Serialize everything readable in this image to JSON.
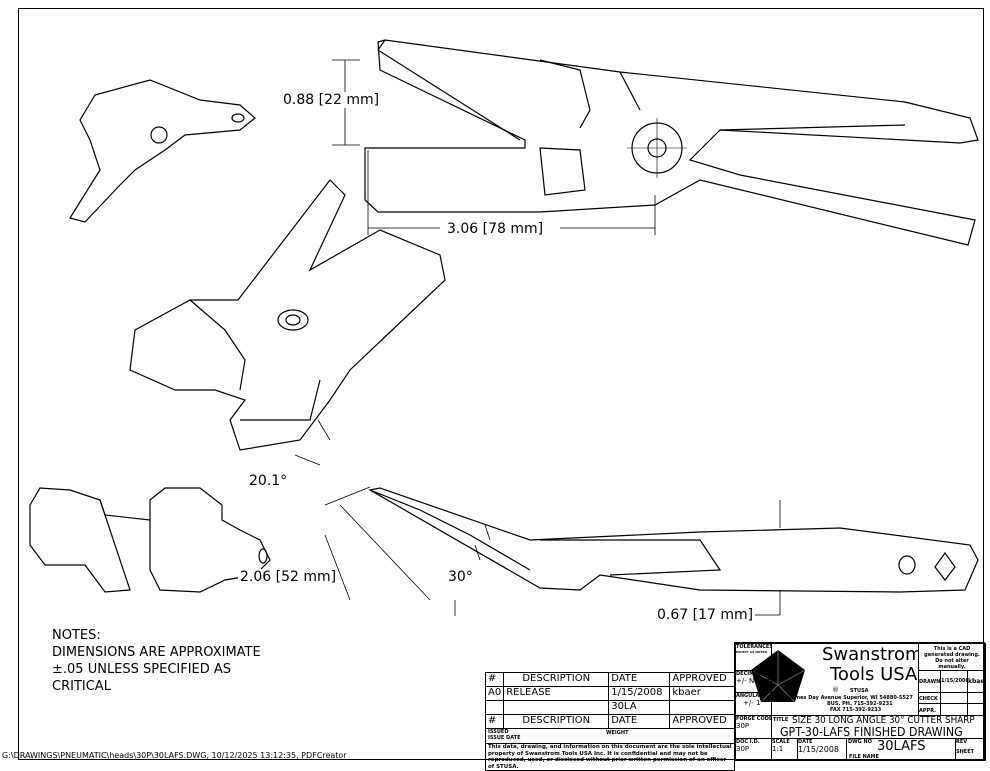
{
  "dimensions": {
    "jaw_opening": "0.88 [22 mm]",
    "length": "3.06 [78 mm]",
    "angle_iso": "20.1°",
    "height": "2.06 [52 mm]",
    "angle_side": "30°",
    "thickness": "0.67 [17 mm]"
  },
  "notes": {
    "heading": "NOTES:",
    "line1": "DIMENSIONS ARE APPROXIMATE",
    "line2": "±.05 UNLESS SPECIFIED AS",
    "line3": "CRITICAL"
  },
  "revision_table": {
    "headers": [
      "#",
      "DESCRIPTION",
      "DATE",
      "APPROVED"
    ],
    "rows": [
      {
        "num": "A0",
        "description": "RELEASE",
        "date": "1/15/2008",
        "approved": "kbaer"
      },
      {
        "num": "",
        "description": "",
        "date": "30LA",
        "approved": ""
      }
    ],
    "issued_label": "ISSUED",
    "issue_date_label": "ISSUE DATE",
    "weight_label": "WEIGHT",
    "disclaimer": "This data, drawing, and information on this document are the sole intellectual property of Swanstrom Tools USA Inc. It is confidential and may not be reproduced, used, or disclosed without prior written permission of an officer of STUSA."
  },
  "title_block": {
    "tolerances_label": "TOLERANCES",
    "tolerances_sub": "EXCEPT AS NOTED",
    "decimal_label": "DECIMAL",
    "decimal_value": "+/- Noted",
    "angular_label": "ANGULAR",
    "angular_value": "+/- 1°",
    "company_line1": "Swanstrom",
    "company_line2": "Tools USA",
    "registered": "®",
    "stusa": "STUSA",
    "address": "3300 James Day Avenue Superior, WI 54880-5527",
    "phone": "BUS. PH. 715-392-9231",
    "fax": "FAX 715-392-9233",
    "cad_note": "This is a CAD generated drawing. Do not alter manually.",
    "drawn_label": "DRAWN",
    "drawn_date": "1/15/2008",
    "drawn_by": "kbaer",
    "check_label": "CHECK",
    "appr_label": "APPR.",
    "forge_code_label": "FORGE CODE",
    "forge_code": "30P",
    "title_label": "TITLE",
    "title_line1": "SIZE 30 LONG ANGLE 30°  CUTTER SHARP",
    "title_line2": "GPT-30-LAFS FINISHED DRAWING",
    "doc_id_label": "DOC I.D.",
    "doc_id": "30P",
    "scale_label": "SCALE",
    "scale": "1:1",
    "date_label": "DATE",
    "date": "1/15/2008",
    "dwg_no_label": "DWG NO",
    "dwg_no": "30LAFS",
    "file_name_label": "FILE NAME",
    "rev_label": "REV",
    "sheet_label": "SHEET"
  },
  "footer_path": "G:\\DRAWINGS\\PNEUMATIC\\heads\\30P\\30LAFS.DWG, 10/12/2025 13:12:35, PDFCreator"
}
